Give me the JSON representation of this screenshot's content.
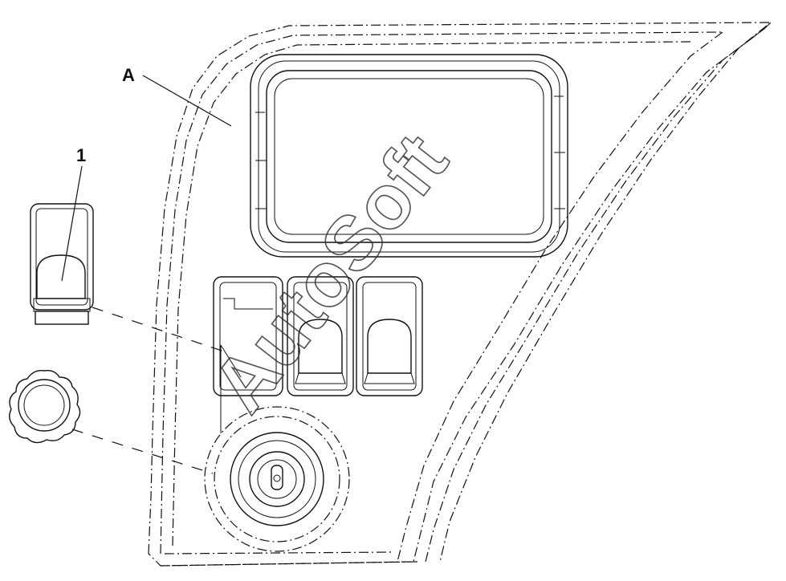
{
  "callouts": {
    "panel_label": "A",
    "switch_label": "1"
  },
  "watermark": {
    "text": "AutoSoft"
  }
}
